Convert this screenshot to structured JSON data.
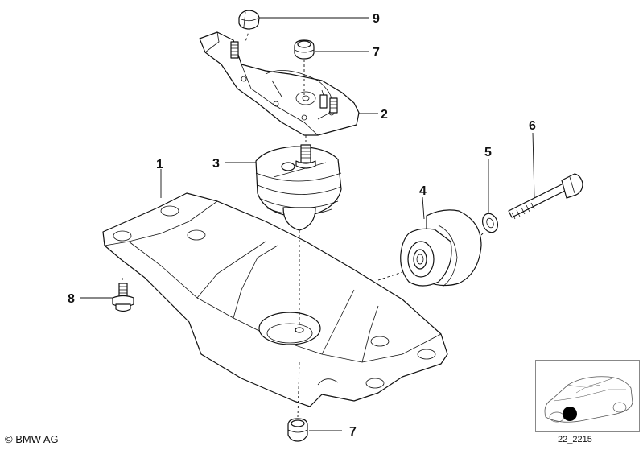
{
  "callouts": {
    "c1": "1",
    "c2": "2",
    "c3": "3",
    "c4": "4",
    "c5": "5",
    "c6": "6",
    "c7_top": "7",
    "c7_bottom": "7",
    "c8": "8",
    "c9": "9"
  },
  "footer": {
    "copyright": "© BMW AG",
    "diagram_id": "22_2215"
  }
}
